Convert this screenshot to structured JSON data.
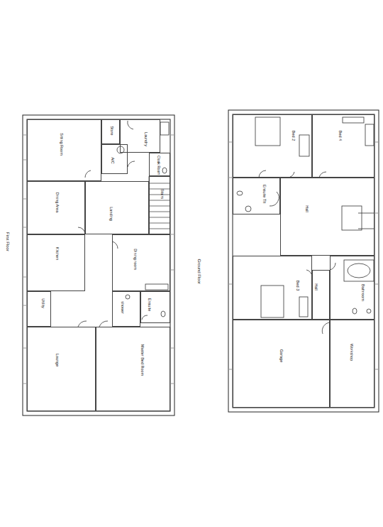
{
  "diagram": {
    "nodes": [
      {
        "text": [
          "First Floor"
        ]
      },
      {
        "text": [
          "Sitting Room"
        ],
        "in": 0
      },
      {
        "text": [
          "Store"
        ],
        "in": 0
      },
      {
        "text": [
          "Laundry"
        ],
        "in": 0
      },
      {
        "text": [
          "A/C"
        ],
        "in": 0
      },
      {
        "text": [
          "Cloak Room"
        ],
        "in": 0
      },
      {
        "text": [
          "Stairs"
        ],
        "in": 0
      },
      {
        "text": [
          "Dining Area"
        ],
        "in": 0
      },
      {
        "text": [
          "Landing"
        ],
        "in": 0
      },
      {
        "text": [
          "Kitchen"
        ],
        "in": 0
      },
      {
        "text": [
          "Dining room"
        ],
        "in": 0
      },
      {
        "text": [
          "Utility"
        ],
        "in": 0
      },
      {
        "text": [
          "shower"
        ],
        "in": 0
      },
      {
        "text": [
          "Ensuite"
        ],
        "in": 0
      },
      {
        "text": [
          "Lounge"
        ],
        "in": 0
      },
      {
        "text": [
          "Master Bed Room"
        ],
        "in": 0
      },
      {
        "text": [
          "Ground Floor"
        ]
      },
      {
        "text": [
          "Bed 2"
        ],
        "in": 16
      },
      {
        "text": [
          "Bed 4"
        ],
        "in": 16
      },
      {
        "text": [
          "Ensuite Tlt"
        ],
        "in": 16
      },
      {
        "text": [
          "Hall"
        ],
        "in": 16
      },
      {
        "text": [
          "Bed 3"
        ],
        "in": 16
      },
      {
        "text": [
          "Hall"
        ],
        "in": 16
      },
      {
        "text": [
          "Bathroom"
        ],
        "in": 16
      },
      {
        "text": [
          "Garage"
        ],
        "in": 16
      },
      {
        "text": [
          "Workshop"
        ],
        "in": 16
      }
    ]
  }
}
